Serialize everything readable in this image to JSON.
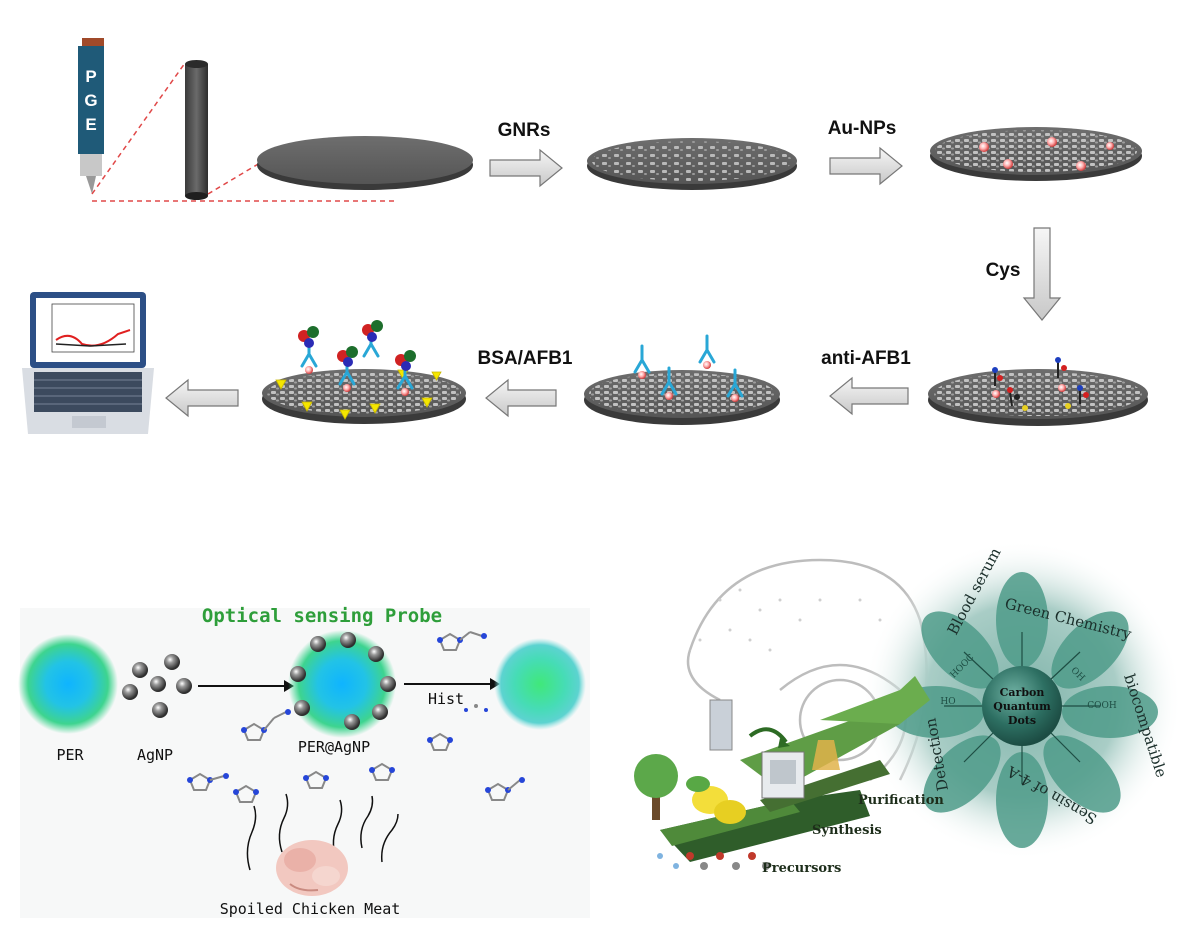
{
  "panel_top": {
    "electrode_letters": [
      "P",
      "G",
      "E"
    ],
    "step_labels": {
      "gnrs": "GNRs",
      "au_nps": "Au-NPs",
      "cys": "Cys",
      "anti_afb1": "anti-AFB1",
      "bsa_afb1": "BSA/AFB1"
    }
  },
  "panel_left": {
    "title": "Optical sensing Probe",
    "per": "PER",
    "agnp": "AgNP",
    "per_agnp": "PER@AgNP",
    "hist": "Hist",
    "sample": "Spoiled Chicken Meat"
  },
  "panel_right": {
    "center_text": [
      "Carbon",
      "Quantum",
      "Dots"
    ],
    "ring_words": [
      "Blood serum",
      "Green Chemistry",
      "biocompatible",
      "Sensin of 4-A",
      "Detection"
    ],
    "petal_groups": [
      "HOOC",
      "OH",
      "COOH",
      "HO"
    ],
    "steps": [
      "Purification",
      "Synthesis",
      "Precursors"
    ]
  },
  "colors": {
    "accent_green": "#2e9e3a",
    "dark_disk": "#5a5a5a",
    "arrow_fill": "#e0e0e0",
    "cqd_teal": "#2f6e63",
    "qd_cyan": "#12b6ff",
    "qd_green": "#3cd693"
  }
}
